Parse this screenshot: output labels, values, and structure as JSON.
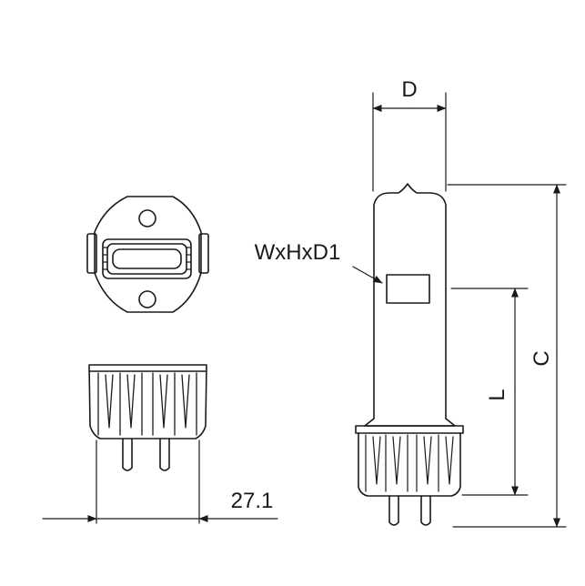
{
  "labels": {
    "diameter": "D",
    "window_dims": "WxHxD1",
    "overall_length": "C",
    "light_center_length": "L",
    "base_width": "27.1"
  },
  "colors": {
    "line": "#1a1a1a",
    "background": "#ffffff"
  }
}
